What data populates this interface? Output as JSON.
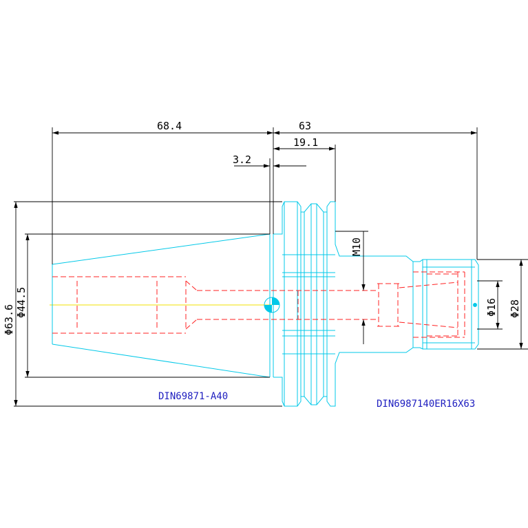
{
  "dimensions": {
    "d_taper_length": "68.4",
    "d_total_right": "63",
    "d_flange": "19.1",
    "d_offset": "3.2",
    "d_thread": "M10",
    "d_outer_dia": "Φ63.6",
    "d_taper_dia": "Φ44.5",
    "d_collet_dia": "Φ16",
    "d_nut_dia": "Φ28"
  },
  "titles": {
    "left_part": "DIN69871-A40",
    "right_part": "DIN6987140ER16X63"
  },
  "colors": {
    "outline": "#00c8e8",
    "hidden_lines": "#ff2020",
    "center_line": "#f0e000",
    "dimensions": "#000000",
    "titles": "#2020c0"
  }
}
